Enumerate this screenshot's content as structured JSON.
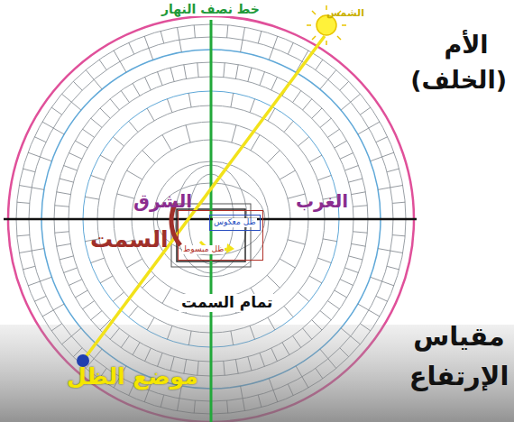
{
  "diagram": {
    "title": "الأم (الخلف)",
    "nodes": [
      {
        "text": [
          "ظل مبسوط"
        ]
      },
      {
        "text": [
          "ظل معكوس"
        ],
        "in": 0
      }
    ],
    "labels": [
      "خط نصف النهار",
      "الشمس",
      "الشرق",
      "الغرب",
      "السمت",
      "تمام السمت",
      "موضع الظل",
      "مقياس الإرتفاع"
    ]
  }
}
